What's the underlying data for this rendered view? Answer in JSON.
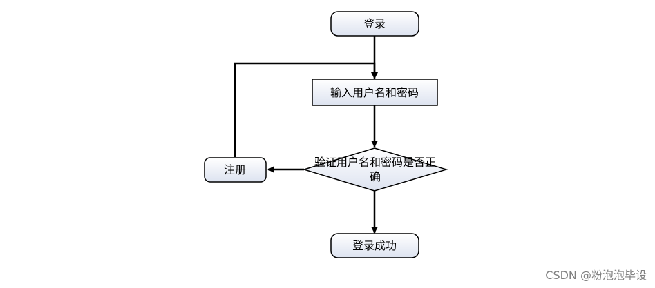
{
  "flowchart": {
    "start": {
      "label": "登录"
    },
    "input": {
      "label": "输入用户名和密码"
    },
    "decision": {
      "line1": "验证用户名和密码是否正",
      "line2": "确"
    },
    "register": {
      "label": "注册"
    },
    "success": {
      "label": "登录成功"
    }
  },
  "watermark": {
    "text": "CSDN @粉泡泡毕设"
  },
  "colors": {
    "stroke": "#000000",
    "fill_top": "#ffffff",
    "fill_bottom": "#dde3f0"
  }
}
